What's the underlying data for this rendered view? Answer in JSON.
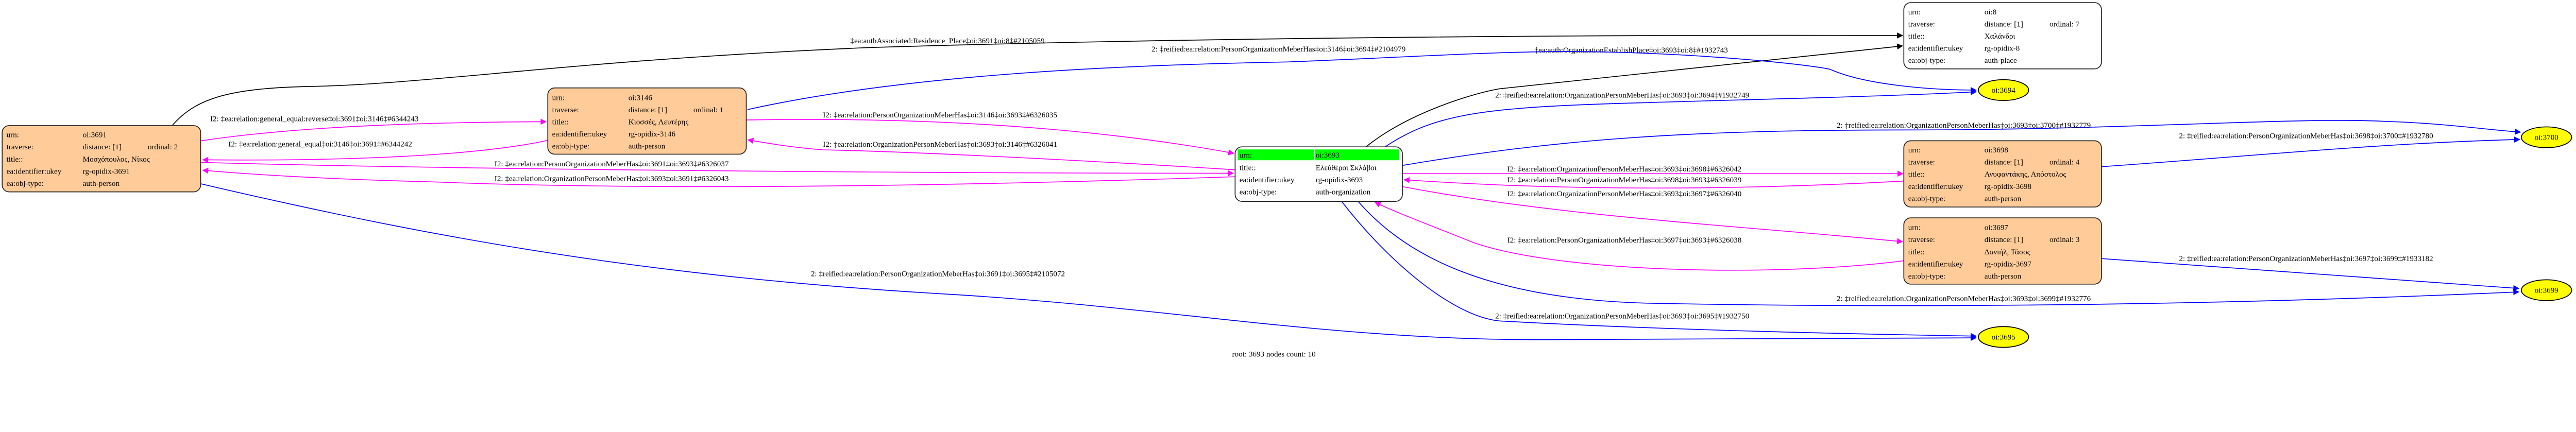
{
  "colors": {
    "person_fill": "#ffcc99",
    "org_fill": "#ffffff",
    "place_fill": "#ffffff",
    "ref_fill": "#ffff00",
    "root_highlight": "#00ff00",
    "edge_black": "#000000",
    "edge_blue": "#0000ff",
    "edge_magenta": "#ff00ff"
  },
  "nodes": [
    {
      "id": "oi:3691",
      "kind": "person",
      "rows": [
        {
          "label": "urn:",
          "value": "oi:3691"
        },
        {
          "label": "traverse:",
          "value": "distance: [1]",
          "extra": "ordinal: 2"
        },
        {
          "label": "title::",
          "value": "Μοσχόπουλος, Νίκος"
        },
        {
          "label": "ea:identifier:ukey",
          "value": "rg-opidix-3691"
        },
        {
          "label": "ea:obj-type:",
          "value": "auth-person"
        }
      ]
    },
    {
      "id": "oi:3146",
      "kind": "person",
      "rows": [
        {
          "label": "urn:",
          "value": "oi:3146"
        },
        {
          "label": "traverse:",
          "value": "distance: [1]",
          "extra": "ordinal: 1"
        },
        {
          "label": "title::",
          "value": "Κιοσσές, Λευτέρης"
        },
        {
          "label": "ea:identifier:ukey",
          "value": "rg-opidix-3146"
        },
        {
          "label": "ea:obj-type:",
          "value": "auth-person"
        }
      ]
    },
    {
      "id": "oi:3693",
      "kind": "organization",
      "root": true,
      "rows": [
        {
          "label": "urn:",
          "value": "oi:3693"
        },
        {
          "label": "title::",
          "value": "Ελεύθεροι Σκλάβοι"
        },
        {
          "label": "ea:identifier:ukey",
          "value": "rg-opidix-3693"
        },
        {
          "label": "ea:obj-type:",
          "value": "auth-organization"
        }
      ]
    },
    {
      "id": "oi:8",
      "kind": "place",
      "rows": [
        {
          "label": "urn:",
          "value": "oi:8"
        },
        {
          "label": "traverse:",
          "value": "distance: [1]",
          "extra": "ordinal: 7"
        },
        {
          "label": "title::",
          "value": "Χαλάνδρι"
        },
        {
          "label": "ea:identifier:ukey",
          "value": "rg-opidix-8"
        },
        {
          "label": "ea:obj-type:",
          "value": "auth-place"
        }
      ]
    },
    {
      "id": "oi:3698",
      "kind": "person",
      "rows": [
        {
          "label": "urn:",
          "value": "oi:3698"
        },
        {
          "label": "traverse:",
          "value": "distance: [1]",
          "extra": "ordinal: 4"
        },
        {
          "label": "title::",
          "value": "Ανυφαντάκης, Απόστολος"
        },
        {
          "label": "ea:identifier:ukey",
          "value": "rg-opidix-3698"
        },
        {
          "label": "ea:obj-type:",
          "value": "auth-person"
        }
      ]
    },
    {
      "id": "oi:3697",
      "kind": "person",
      "rows": [
        {
          "label": "urn:",
          "value": "oi:3697"
        },
        {
          "label": "traverse:",
          "value": "distance: [1]",
          "extra": "ordinal: 3"
        },
        {
          "label": "title::",
          "value": "Δανιήλ, Τάσος"
        },
        {
          "label": "ea:identifier:ukey",
          "value": "rg-opidix-3697"
        },
        {
          "label": "ea:obj-type:",
          "value": "auth-person"
        }
      ]
    }
  ],
  "ref_nodes": [
    {
      "label": "oi:3694"
    },
    {
      "label": "oi:3700"
    },
    {
      "label": "oi:3699"
    },
    {
      "label": "oi:3695"
    }
  ],
  "edges": [
    {
      "from": "oi:3691",
      "to": "oi:8",
      "color": "black",
      "label": "‡ea:authAssociated:Residence_Place‡oi:3691‡oi:8‡#2105059"
    },
    {
      "from": "oi:3693",
      "to": "oi:8",
      "color": "black",
      "label": "‡ea:auth:OrganizationEstablishPlace‡oi:3693‡oi:8‡#1932743"
    },
    {
      "from": "oi:3146",
      "to": "oi:3694",
      "color": "blue",
      "label": "2: ‡reified:ea:relation:PersonOrganizationMeberHas‡oi:3146‡oi:3694‡#2104979"
    },
    {
      "from": "oi:3693",
      "to": "oi:3694",
      "color": "blue",
      "label": "2: ‡reified:ea:relation:OrganizationPersonMeberHas‡oi:3693‡oi:3694‡#1932749"
    },
    {
      "from": "oi:3693",
      "to": "oi:3700",
      "color": "blue",
      "label": "2: ‡reified:ea:relation:OrganizationPersonMeberHas‡oi:3693‡oi:3700‡#1932779"
    },
    {
      "from": "oi:3698",
      "to": "oi:3700",
      "color": "blue",
      "label": "2: ‡reified:ea:relation:PersonOrganizationMeberHas‡oi:3698‡oi:3700‡#1932780"
    },
    {
      "from": "oi:3693",
      "to": "oi:3698",
      "color": "magenta",
      "label": "I2: ‡ea:relation:OrganizationPersonMeberHas‡oi:3693‡oi:3698‡#6326042"
    },
    {
      "from": "oi:3698",
      "to": "oi:3693",
      "color": "magenta",
      "label": "I2: ‡ea:relation:PersonOrganizationMeberHas‡oi:3698‡oi:3693‡#6326039"
    },
    {
      "from": "oi:3693",
      "to": "oi:3697",
      "color": "magenta",
      "label": "I2: ‡ea:relation:OrganizationPersonMeberHas‡oi:3693‡oi:3697‡#6326040"
    },
    {
      "from": "oi:3697",
      "to": "oi:3693",
      "color": "magenta",
      "label": "I2: ‡ea:relation:PersonOrganizationMeberHas‡oi:3697‡oi:3693‡#6326038"
    },
    {
      "from": "oi:3693",
      "to": "oi:3699",
      "color": "blue",
      "label": "2: ‡reified:ea:relation:OrganizationPersonMeberHas‡oi:3693‡oi:3699‡#1932776"
    },
    {
      "from": "oi:3697",
      "to": "oi:3699",
      "color": "blue",
      "label": "2: ‡reified:ea:relation:PersonOrganizationMeberHas‡oi:3697‡oi:3699‡#1933182"
    },
    {
      "from": "oi:3693",
      "to": "oi:3695",
      "color": "blue",
      "label": "2: ‡reified:ea:relation:OrganizationPersonMeberHas‡oi:3693‡oi:3695‡#1932750"
    },
    {
      "from": "oi:3691",
      "to": "oi:3695",
      "color": "blue",
      "label": "2: ‡reified:ea:relation:PersonOrganizationMeberHas‡oi:3691‡oi:3695‡#2105072"
    },
    {
      "from": "oi:3691",
      "to": "oi:3146",
      "color": "magenta",
      "label": "I2: ‡ea:relation:general_equal:reverse‡oi:3691‡oi:3146‡#6344243"
    },
    {
      "from": "oi:3146",
      "to": "oi:3691",
      "color": "magenta",
      "label": "I2: ‡ea:relation:general_equal‡oi:3146‡oi:3691‡#6344242"
    },
    {
      "from": "oi:3146",
      "to": "oi:3693",
      "color": "magenta",
      "label": "I2: ‡ea:relation:PersonOrganizationMeberHas‡oi:3146‡oi:3693‡#6326035"
    },
    {
      "from": "oi:3693",
      "to": "oi:3146",
      "color": "magenta",
      "label": "I2: ‡ea:relation:OrganizationPersonMeberHas‡oi:3693‡oi:3146‡#6326041"
    },
    {
      "from": "oi:3691",
      "to": "oi:3693",
      "color": "magenta",
      "label": "I2: ‡ea:relation:PersonOrganizationMeberHas‡oi:3691‡oi:3693‡#6326037"
    },
    {
      "from": "oi:3693",
      "to": "oi:3691",
      "color": "magenta",
      "label": "I2: ‡ea:relation:OrganizationPersonMeberHas‡oi:3693‡oi:3691‡#6326043"
    }
  ],
  "footer": "root: 3693 nodes count: 10"
}
